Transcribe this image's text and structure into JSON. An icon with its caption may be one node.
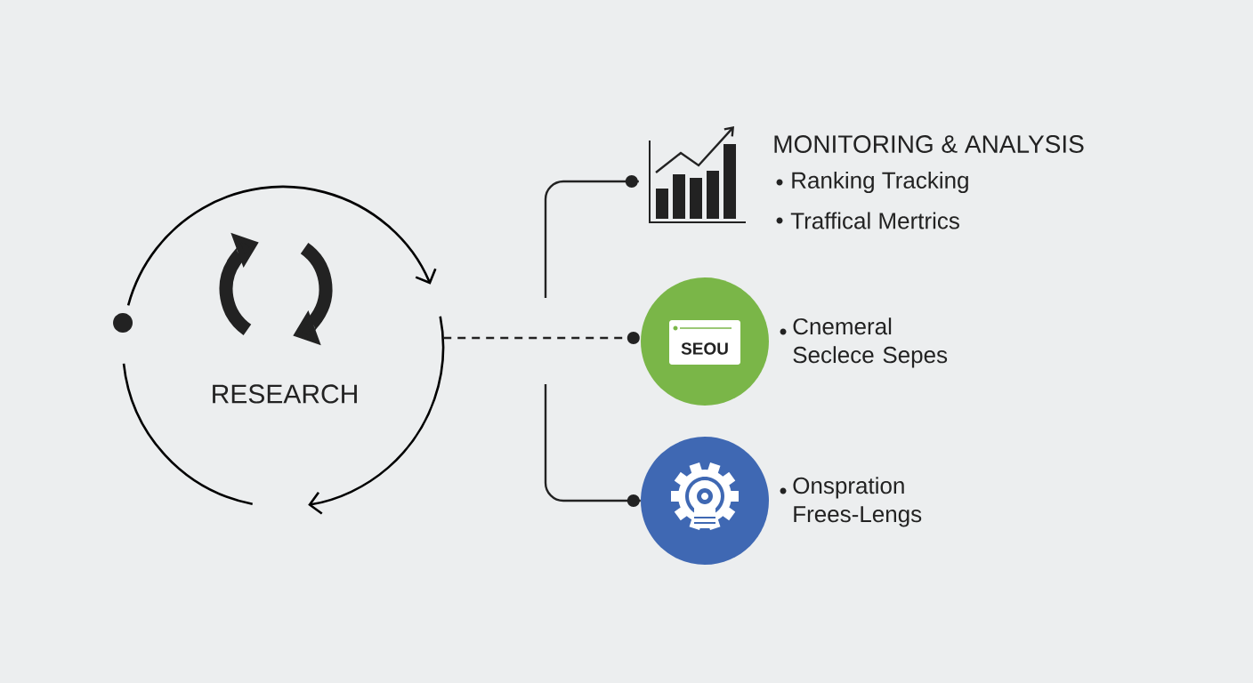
{
  "diagram": {
    "nodes": [
      {
        "text": [
          "RESEARCH"
        ]
      },
      {
        "text": [],
        "shape": "picture",
        "beside": [
          "MONITORING & ANALYSIS",
          "Ranking Tracking",
          "Traffical Mertrics"
        ]
      },
      {
        "text": [
          "SEOU"
        ],
        "beside": [
          "Cnemeral Seclece Sepes"
        ]
      },
      {
        "text": [],
        "shape": "circle",
        "beside": [
          "Onspration Frees-Lengs"
        ]
      }
    ],
    "edges": [
      {
        "from": null,
        "to": 1,
        "arrow": "other"
      },
      {
        "from": 0,
        "to": 2,
        "arrow": "other",
        "style": "dashed"
      },
      {
        "from": null,
        "to": 3,
        "arrow": "other"
      }
    ]
  }
}
